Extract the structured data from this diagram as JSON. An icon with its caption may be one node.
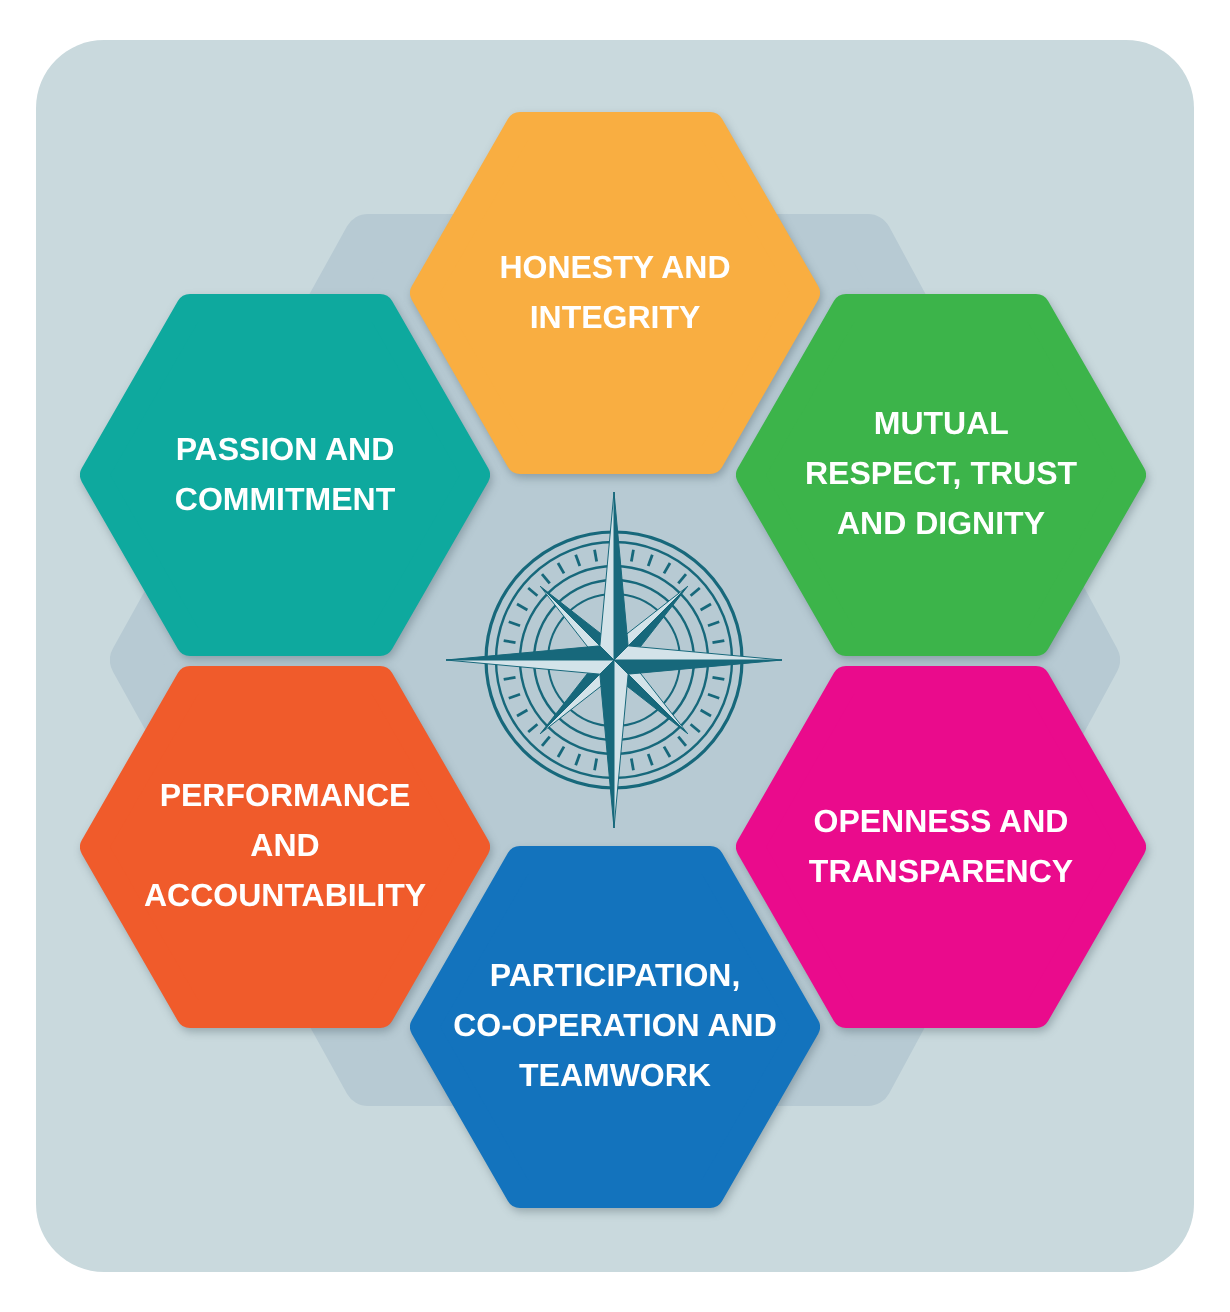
{
  "diagram": {
    "nodes": [
      {
        "text": [
          "HONESTY AND INTEGRITY"
        ]
      },
      {
        "text": [
          "PASSION AND COMMITMENT"
        ]
      },
      {
        "text": [
          "MUTUAL RESPECT, TRUST AND DIGNITY"
        ]
      },
      {
        "text": [
          "PERFORMANCE AND ACCOUNTABILITY"
        ]
      },
      {
        "text": [
          "OPENNESS AND TRANSPARENCY"
        ]
      },
      {
        "text": [
          "PARTICIPATION, CO-OPERATION AND TEAMWORK"
        ]
      }
    ]
  }
}
